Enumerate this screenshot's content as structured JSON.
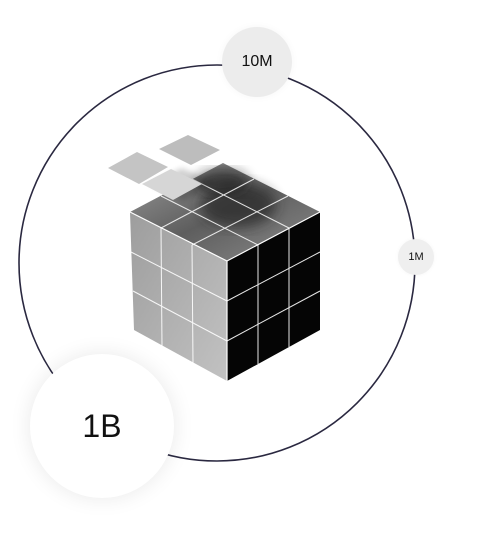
{
  "badges": {
    "large": "1B",
    "medium": "10M",
    "small": "1M"
  },
  "colors": {
    "orbit": "#2a2840",
    "cube_left_face": "#b3b3b3",
    "cube_right_face": "#050505",
    "cube_top_face": "#7a7a7a",
    "floating_tiles": "#c4c4c4",
    "large_badge_bg": "#ffffff",
    "small_badge_bg": "#ececec"
  },
  "illustration": "cube-icon"
}
